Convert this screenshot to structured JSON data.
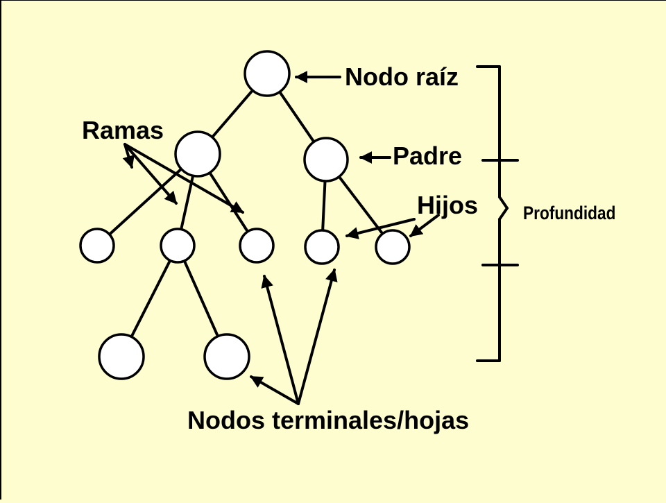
{
  "labels": {
    "root": "Nodo raíz",
    "parent": "Padre",
    "children": "Hijos",
    "branches": "Ramas",
    "leaves": "Nodos terminales/hojas",
    "depth": "Profundidad"
  },
  "colors": {
    "background": "#fefdd0",
    "node_fill": "#ffffff",
    "stroke": "#000000"
  }
}
